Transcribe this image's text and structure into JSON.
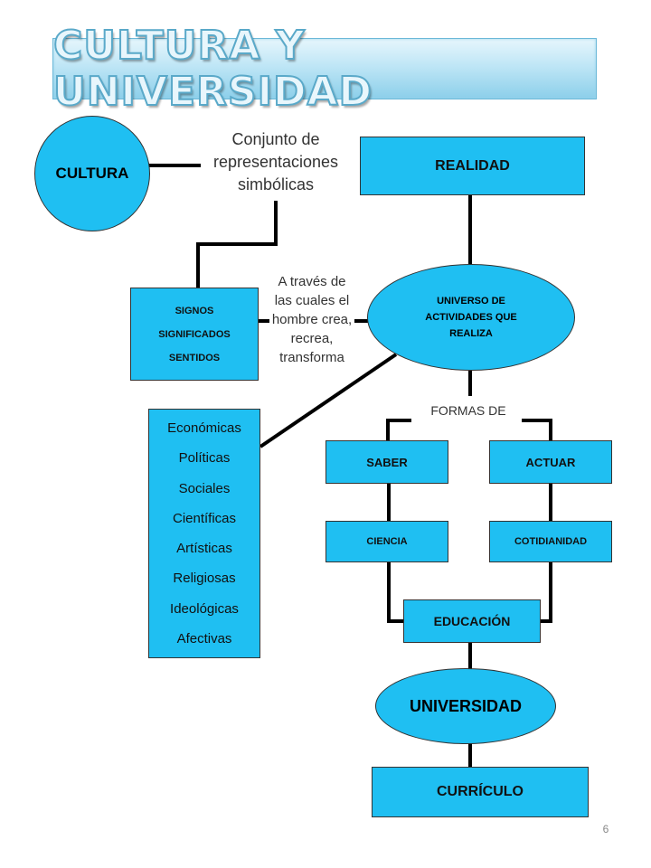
{
  "title": "CULTURA Y UNIVERSIDAD",
  "nodes": {
    "cultura": "CULTURA",
    "conjunto": "Conjunto de representaciones simbólicas",
    "realidad": "REALIDAD",
    "signos": [
      "SIGNOS",
      "SIGNIFICADOS",
      "SENTIDOS"
    ],
    "a_traves": "A través de las cuales el hombre crea, recrea, transforma",
    "universo": "UNIVERSO DE ACTIVIDADES QUE REALIZA",
    "formas_de": "FORMAS DE",
    "saber": "SABER",
    "actuar": "ACTUAR",
    "ciencia": "CIENCIA",
    "cotidianidad": "COTIDIANIDAD",
    "educacion": "EDUCACIÓN",
    "universidad": "UNIVERSIDAD",
    "curriculo": "CURRÍCULO"
  },
  "activities": [
    "Económicas",
    "Políticas",
    "Sociales",
    "Científicas",
    "Artísticas",
    "Religiosas",
    "Ideológicas",
    "Afectivas"
  ],
  "page_number": "6",
  "colors": {
    "node_fill": "#1fbff2",
    "line": "#000000"
  }
}
